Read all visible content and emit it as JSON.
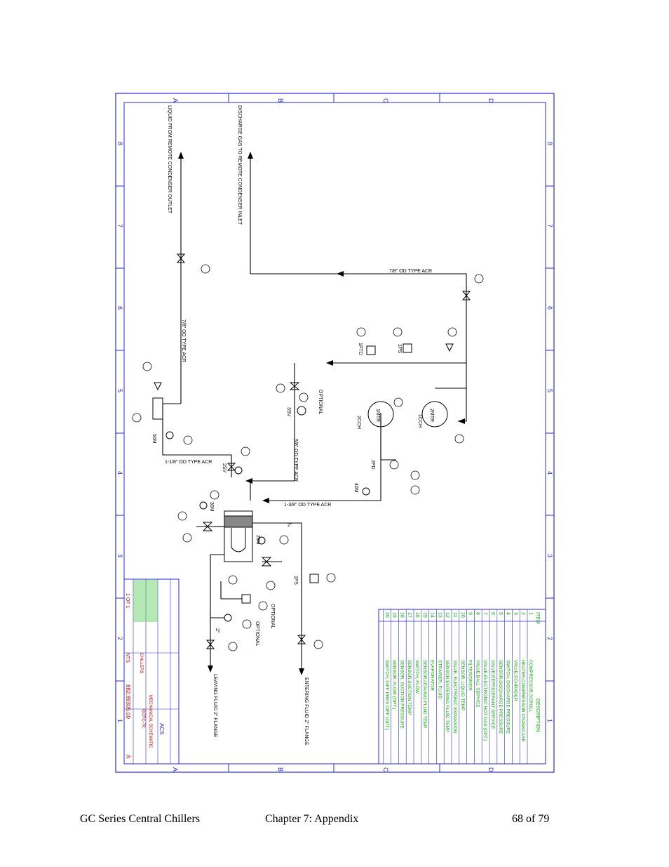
{
  "footer": {
    "left": "GC Series Central Chillers",
    "center": "Chapter 7: Appendix",
    "right": "68 of 79"
  },
  "colors": {
    "border": "#2a2ad6",
    "table_text": "#00b000",
    "title_red": "#cc0000",
    "line": "#000000"
  },
  "drawing": {
    "zone_letters": [
      "A",
      "B",
      "C",
      "D"
    ],
    "zone_numbers": [
      "8",
      "7",
      "6",
      "5",
      "4",
      "3",
      "2",
      "1"
    ],
    "labels": {
      "liquid_from_condenser": "LIQUID FROM REMOTE CONDENSER OUTLET",
      "discharge_gas": "DISCHARGE GAS TO REMOTE CONDENSER INLET",
      "pipe_78_left": "7/8\" OD TYPE ACR",
      "pipe_78_top": "7/8\" OD TYPE ACR",
      "pipe_118": "1-1/8\" OD TYPE ACR",
      "pipe_58": "5/8\" OD TYPE ACR",
      "pipe_138": "1-3/8\" OD TYPE ACR",
      "optional_1": "OPTIONAL",
      "optional_2": "OPTIONAL",
      "optional_3": "OPTIONAL",
      "leaving_fluid": "LEAVING FLUID 2\" FLANGE",
      "entering_fluid": "ENTERING FLUID 2\" FLANGE",
      "tag_50m": "50M",
      "tag_2sv": "2SV",
      "tag_3sv": "3SV",
      "tag_30m": "30M",
      "tag_20m": "20M",
      "tag_40m": "40M",
      "tag_1fs": "1FS",
      "tag_1ptd": "1PTD",
      "tag_1ps": "1PS",
      "tag_2pd": "2PD",
      "tag_1mtr": "1MTR",
      "tag_2mtr": "2MTR",
      "tag_1cch": "1CCH",
      "tag_2cch": "2CCH",
      "two_inch_a": "2\"",
      "two_inch_b": "2\""
    }
  },
  "legend": {
    "header_item": "ITEM",
    "header_desc": "DESCRIPTION",
    "rows": [
      {
        "item": "1",
        "desc": "COMPRESSOR,SCROLL"
      },
      {
        "item": "2",
        "desc": "HEATER,COMPRESSOR CRANKCASE"
      },
      {
        "item": "3",
        "desc": "VALVE,SCHRADER"
      },
      {
        "item": "4",
        "desc": "SWITCH, DISCHARGE PRESSURE"
      },
      {
        "item": "5",
        "desc": "SENSOR,DISCHARGE PRESSURE"
      },
      {
        "item": "6",
        "desc": "VALVE,REFRIGERANT SERVICE"
      },
      {
        "item": "7",
        "desc": "VALVE,ELECTRONIC HOT GAS (OPT.)"
      },
      {
        "item": "8",
        "desc": "VALVE,BALL SERVICE"
      },
      {
        "item": "9",
        "desc": "FILTER/DRIER"
      },
      {
        "item": "10",
        "desc": "SENSOR, LIQUID TEMP"
      },
      {
        "item": "11",
        "desc": "VALVE, ELECTRONIC EXPANSION"
      },
      {
        "item": "12",
        "desc": "SENSOR,ENTERING FLUID TEMP"
      },
      {
        "item": "13",
        "desc": "STRAINER, FLUID"
      },
      {
        "item": "14",
        "desc": "EVAPORATOR"
      },
      {
        "item": "15",
        "desc": "SENSOR,LEAVING FLUID TEMP"
      },
      {
        "item": "16",
        "desc": "SWITCH, FLOW"
      },
      {
        "item": "17",
        "desc": "SENSOR,SUCTION TEMP"
      },
      {
        "item": "18",
        "desc": "SENSOR, SUCTION PRESSURE"
      },
      {
        "item": "19",
        "desc": "SENSOR, FLOW (OPT.)"
      },
      {
        "item": "20",
        "desc": "SWITCH, DIFF PRES DIFF (OPT.)"
      }
    ]
  },
  "title_block": {
    "title": "MECHANICAL SCHEMATIC",
    "model": "GCRC-70",
    "category": "CHILLERS",
    "dwg_no": "882.89305.00",
    "rev": "A",
    "scale": "NTS",
    "sheet": "1 OF 1",
    "company": "ACS"
  }
}
